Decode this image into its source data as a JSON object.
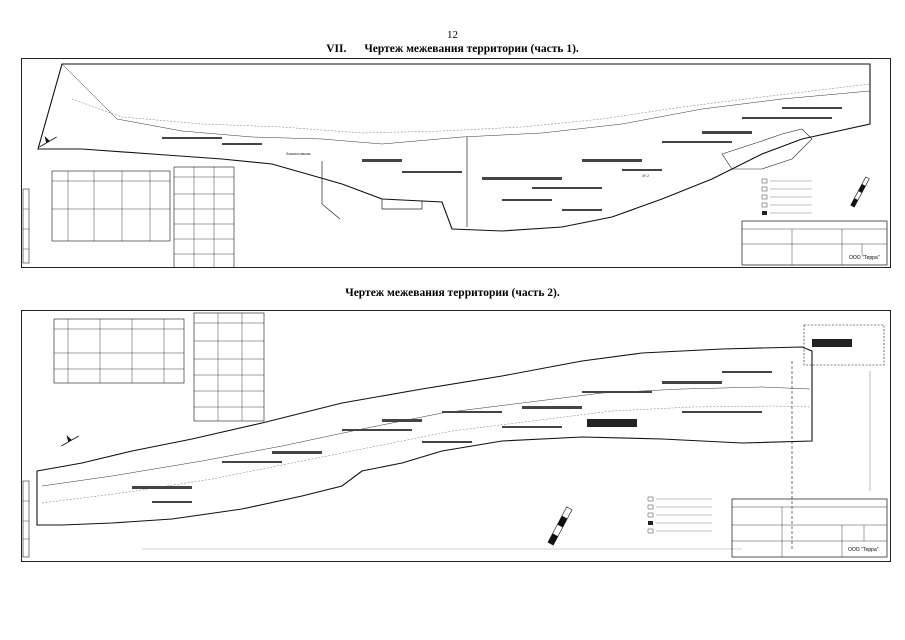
{
  "page": {
    "number": "12"
  },
  "section1": {
    "numeral": "VII.",
    "title": "Чертеж межевания территории (часть 1)."
  },
  "section2": {
    "title": "Чертеж межевания территории (часть 2)."
  },
  "sheet1": {
    "company": "ООО \"Терра\""
  },
  "sheet2": {
    "company": "ООО \"Терра\""
  }
}
